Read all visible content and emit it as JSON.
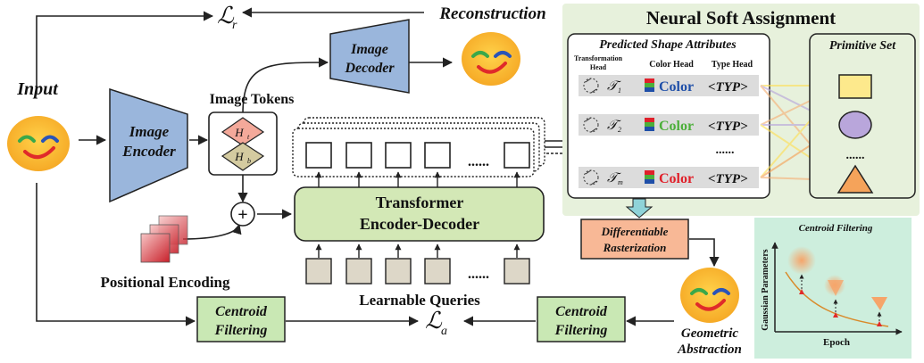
{
  "labels": {
    "input": "Input",
    "reconstruction": "Reconstruction",
    "loss_r": "ℒ",
    "loss_r_sub": "r",
    "loss_a": "ℒ",
    "loss_a_sub": "a",
    "image_encoder_l1": "Image",
    "image_encoder_l2": "Encoder",
    "image_decoder_l1": "Image",
    "image_decoder_l2": "Decoder",
    "image_tokens": "Image Tokens",
    "h_t": "H",
    "h_t_sub": "t",
    "h_b": "H",
    "h_b_sub": "b",
    "plus": "+",
    "positional_encoding": "Positional Encoding",
    "transformer_l1": "Transformer",
    "transformer_l2": "Encoder-Decoder",
    "learnable_queries": "Learnable Queries",
    "query_dots": "......",
    "token_dots": "......",
    "centroid_filtering_l1": "Centroid",
    "centroid_filtering_l2": "Filtering",
    "diff_raster_l1": "Differentiable",
    "diff_raster_l2": "Rasterization",
    "geometric_l1": "Geometric",
    "geometric_l2": "Abstraction"
  },
  "nsa": {
    "title": "Neural Soft Assignment",
    "predicted_title": "Predicted Shape Attributes",
    "primitive_title": "Primitive Set",
    "head_transformation_l1": "Transformation",
    "head_transformation_l2": "Head",
    "head_color": "Color Head",
    "head_type": "Type Head",
    "rows": [
      {
        "t": "𝒯",
        "sub": "1",
        "color_word": "Color",
        "color": "#1f4fa8",
        "typ": "<TYP>"
      },
      {
        "t": "𝒯",
        "sub": "2",
        "color_word": "Color",
        "color": "#4caf3a",
        "typ": "<TYP>"
      },
      {
        "t": "𝒯",
        "sub": "m",
        "color_word": "Color",
        "color": "#e0202a",
        "typ": "<TYP>"
      }
    ],
    "row_dots": "......",
    "prim_dots": "......"
  },
  "centroid_panel": {
    "title": "Centroid Filtering",
    "ylabel": "Gaussian Parameters",
    "xlabel": "Epoch"
  },
  "colors": {
    "encoder_blue": "#9ab6dc",
    "transformer_green": "#d3e8b6",
    "nsa_bg": "#e7f1dc",
    "centroid_green": "#c9e8b4",
    "raster_orange": "#f8b896",
    "centroid_panel_bg": "#cdeedd",
    "prim_yellow": "#fde98c",
    "prim_purple": "#b9a6db",
    "prim_orange": "#f5a35a"
  }
}
